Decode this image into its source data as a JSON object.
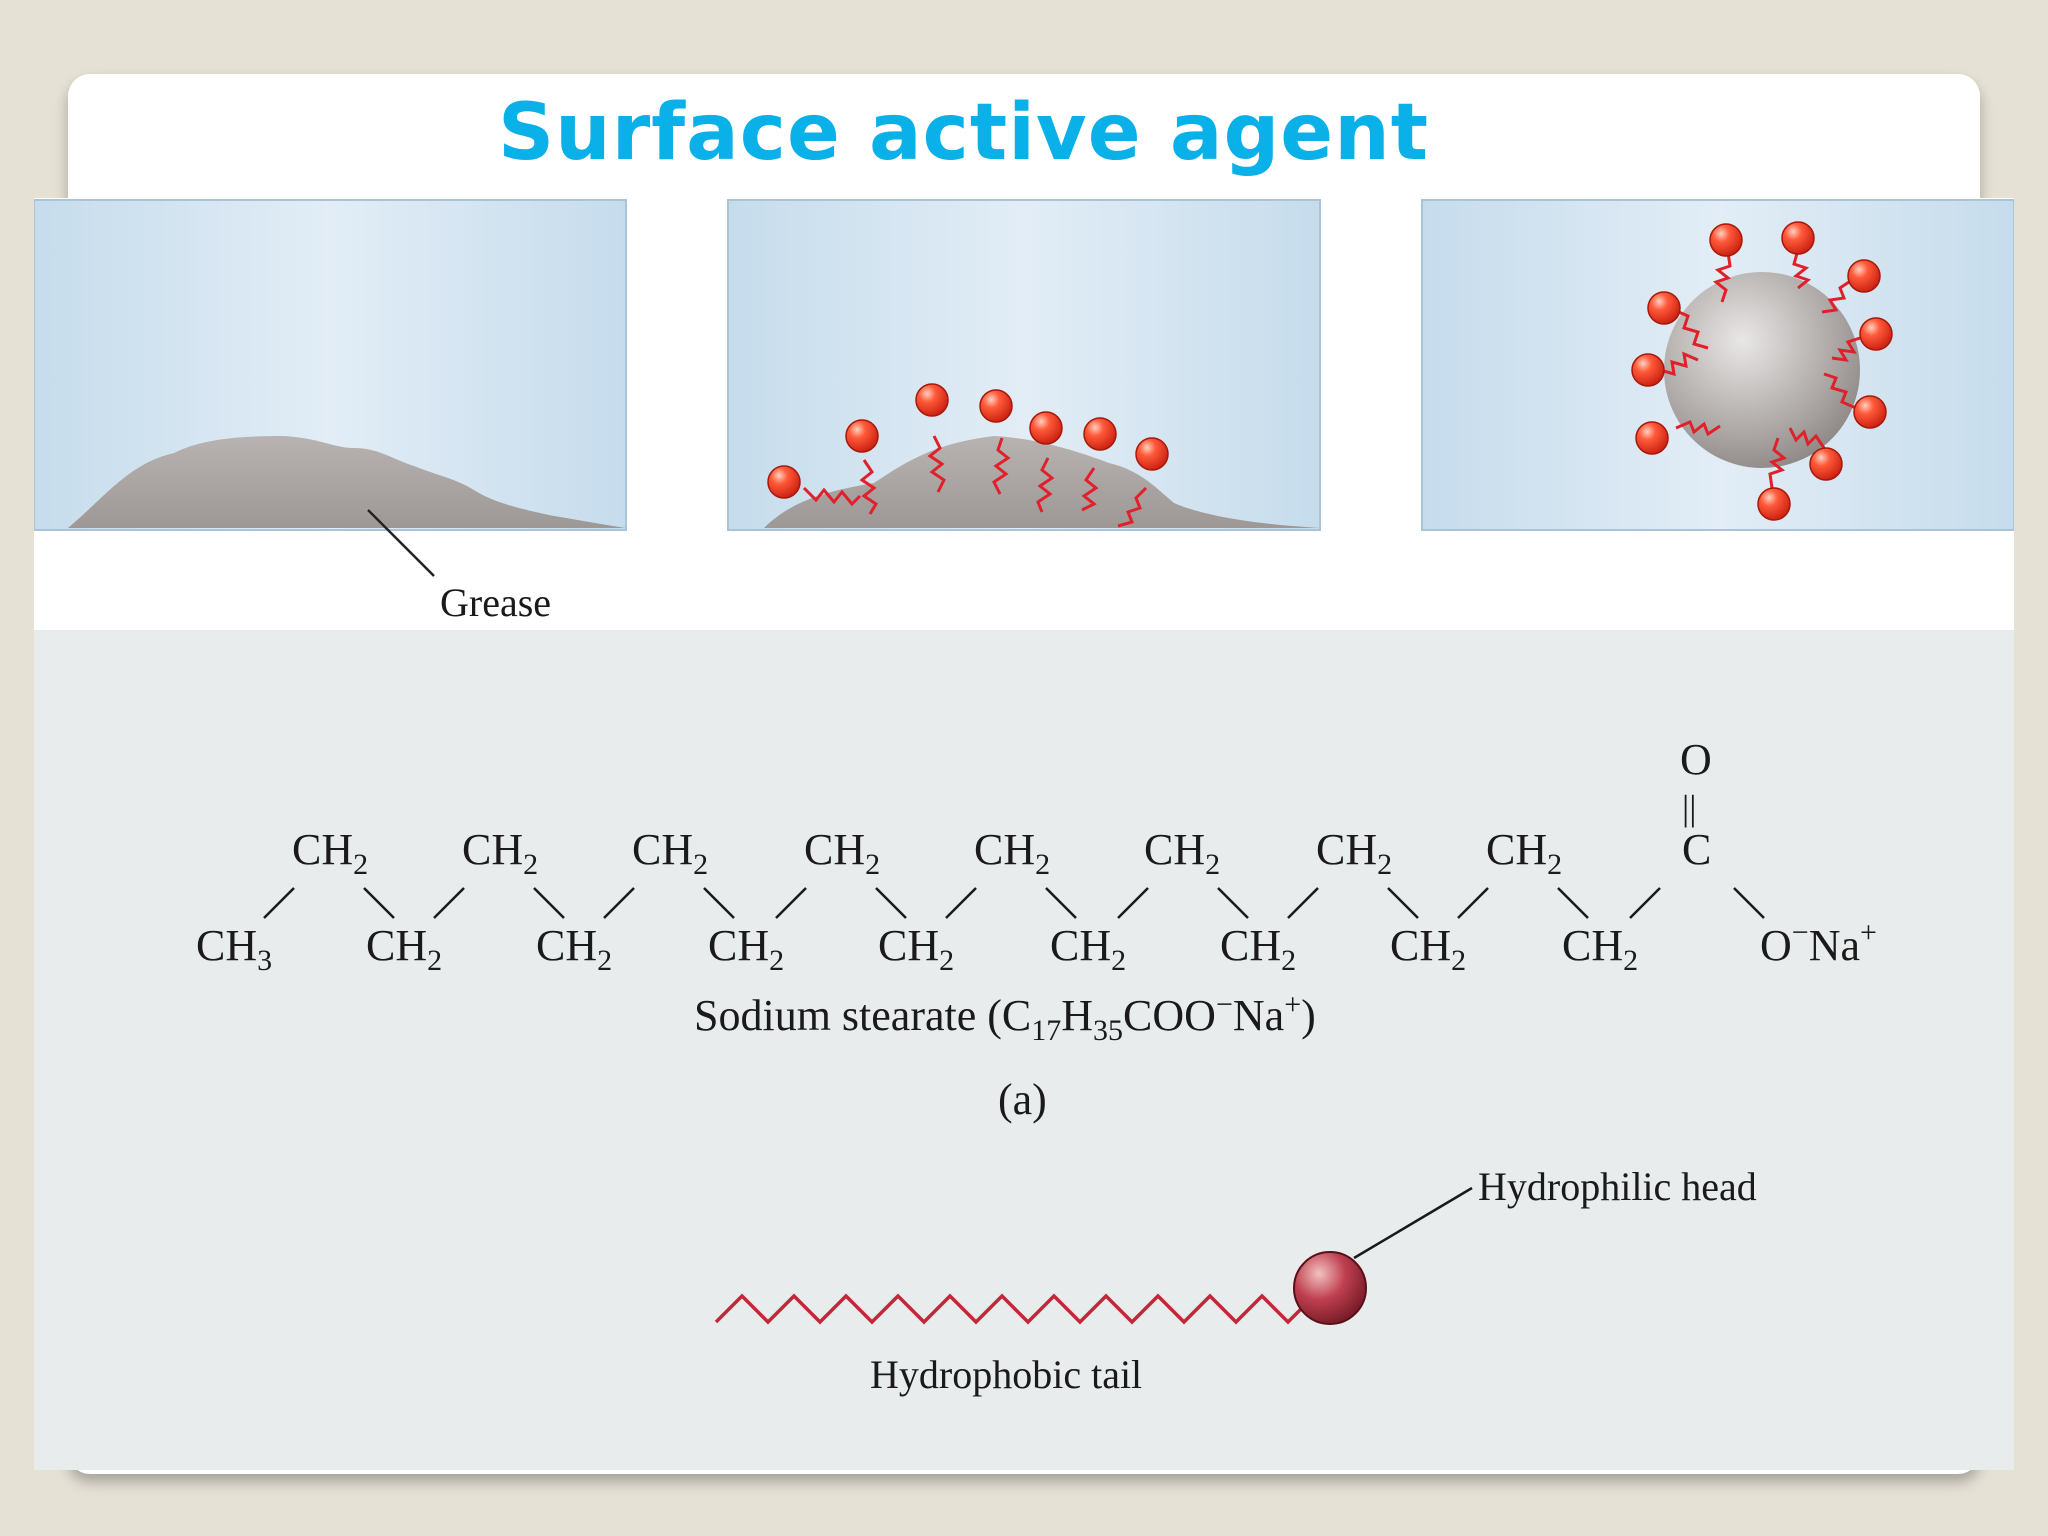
{
  "slide": {
    "title": "Surface active agent"
  },
  "panels": {
    "grease_label": "Grease"
  },
  "formula": {
    "ch2_text": "CH",
    "ch2_sub": "2",
    "ch3_text": "CH",
    "ch3_sub": "3",
    "oxygen": "O",
    "carbon": "C",
    "double_bond": "||",
    "ionic_end": "O",
    "ionic_end_charge": "−",
    "sodium": "Na",
    "sodium_charge": "+",
    "caption_name": "Sodium stearate (C",
    "caption_sub1": "17",
    "caption_h": "H",
    "caption_sub2": "35",
    "caption_coo": "COO",
    "caption_minus": "−",
    "caption_na": "Na",
    "caption_plus": "+",
    "caption_close": ")",
    "part_label": "(a)"
  },
  "surfactant": {
    "head_label": "Hydrophilic head",
    "tail_label": "Hydrophobic tail"
  },
  "colors": {
    "title": "#0ab0e8",
    "water": "#cfe1ef",
    "grease": "#a9a4a2",
    "head": "#e8321c",
    "tail": "#d8202a"
  }
}
